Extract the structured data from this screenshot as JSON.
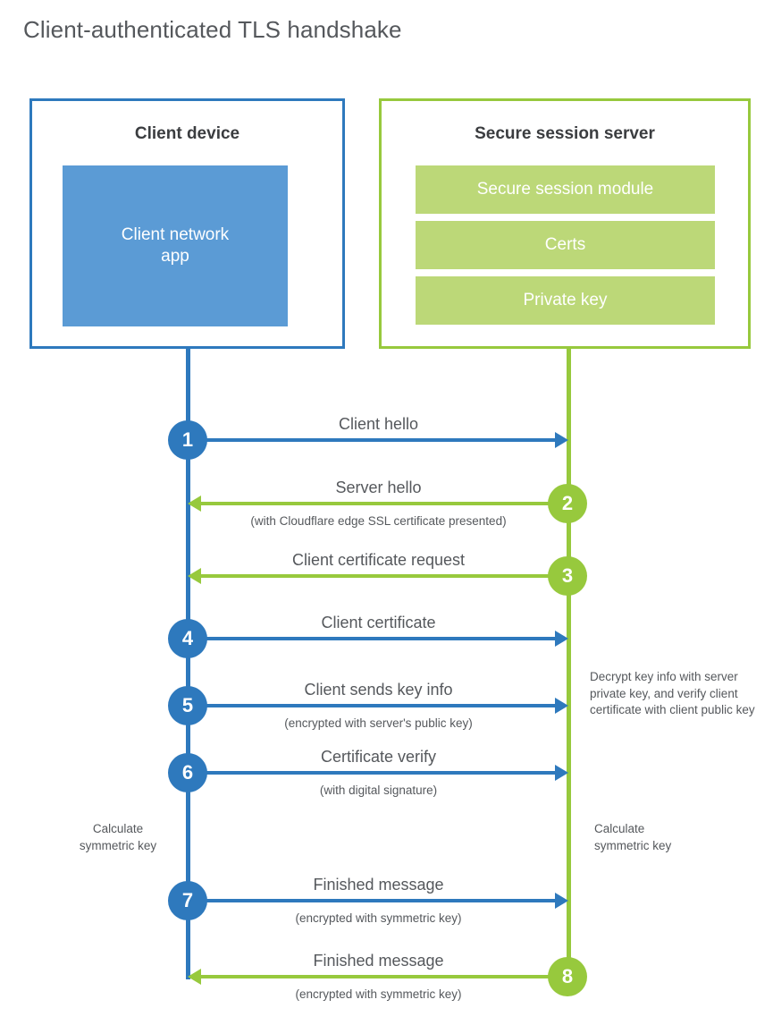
{
  "title": "Client-authenticated TLS handshake",
  "colors": {
    "client_blue": "#2E79BD",
    "client_app_blue": "#5B9BD5",
    "server_green": "#97C93D",
    "server_bar_green": "#BCD878",
    "text_gray": "#55585c"
  },
  "client": {
    "title": "Client device",
    "app_label": "Client network\napp",
    "app_label_line1": "Client network",
    "app_label_line2": "app"
  },
  "server": {
    "title": "Secure session server",
    "bars": [
      {
        "label": "Secure session module"
      },
      {
        "label": "Certs"
      },
      {
        "label": "Private key"
      }
    ]
  },
  "steps": [
    {
      "number": "1",
      "direction": "to-server",
      "label": "Client hello",
      "sub": ""
    },
    {
      "number": "2",
      "direction": "to-client",
      "label": "Server hello",
      "sub": "(with Cloudflare edge SSL certificate presented)"
    },
    {
      "number": "3",
      "direction": "to-client",
      "label": "Client certificate request",
      "sub": ""
    },
    {
      "number": "4",
      "direction": "to-server",
      "label": "Client certificate",
      "sub": ""
    },
    {
      "number": "5",
      "direction": "to-server",
      "label": "Client sends key info",
      "sub": "(encrypted with server's public key)"
    },
    {
      "number": "6",
      "direction": "to-server",
      "label": "Certificate verify",
      "sub": "(with digital signature)"
    },
    {
      "number": "7",
      "direction": "to-server",
      "label": "Finished message",
      "sub": "(encrypted with symmetric key)"
    },
    {
      "number": "8",
      "direction": "to-client",
      "label": "Finished message",
      "sub": "(encrypted with symmetric key)"
    }
  ],
  "annotations": {
    "server_decrypt": "Decrypt key info with server private key, and verify client certificate with client public key",
    "client_calculate_line1": "Calculate",
    "client_calculate_line2": "symmetric key",
    "server_calculate_line1": "Calculate",
    "server_calculate_line2": "symmetric key"
  }
}
